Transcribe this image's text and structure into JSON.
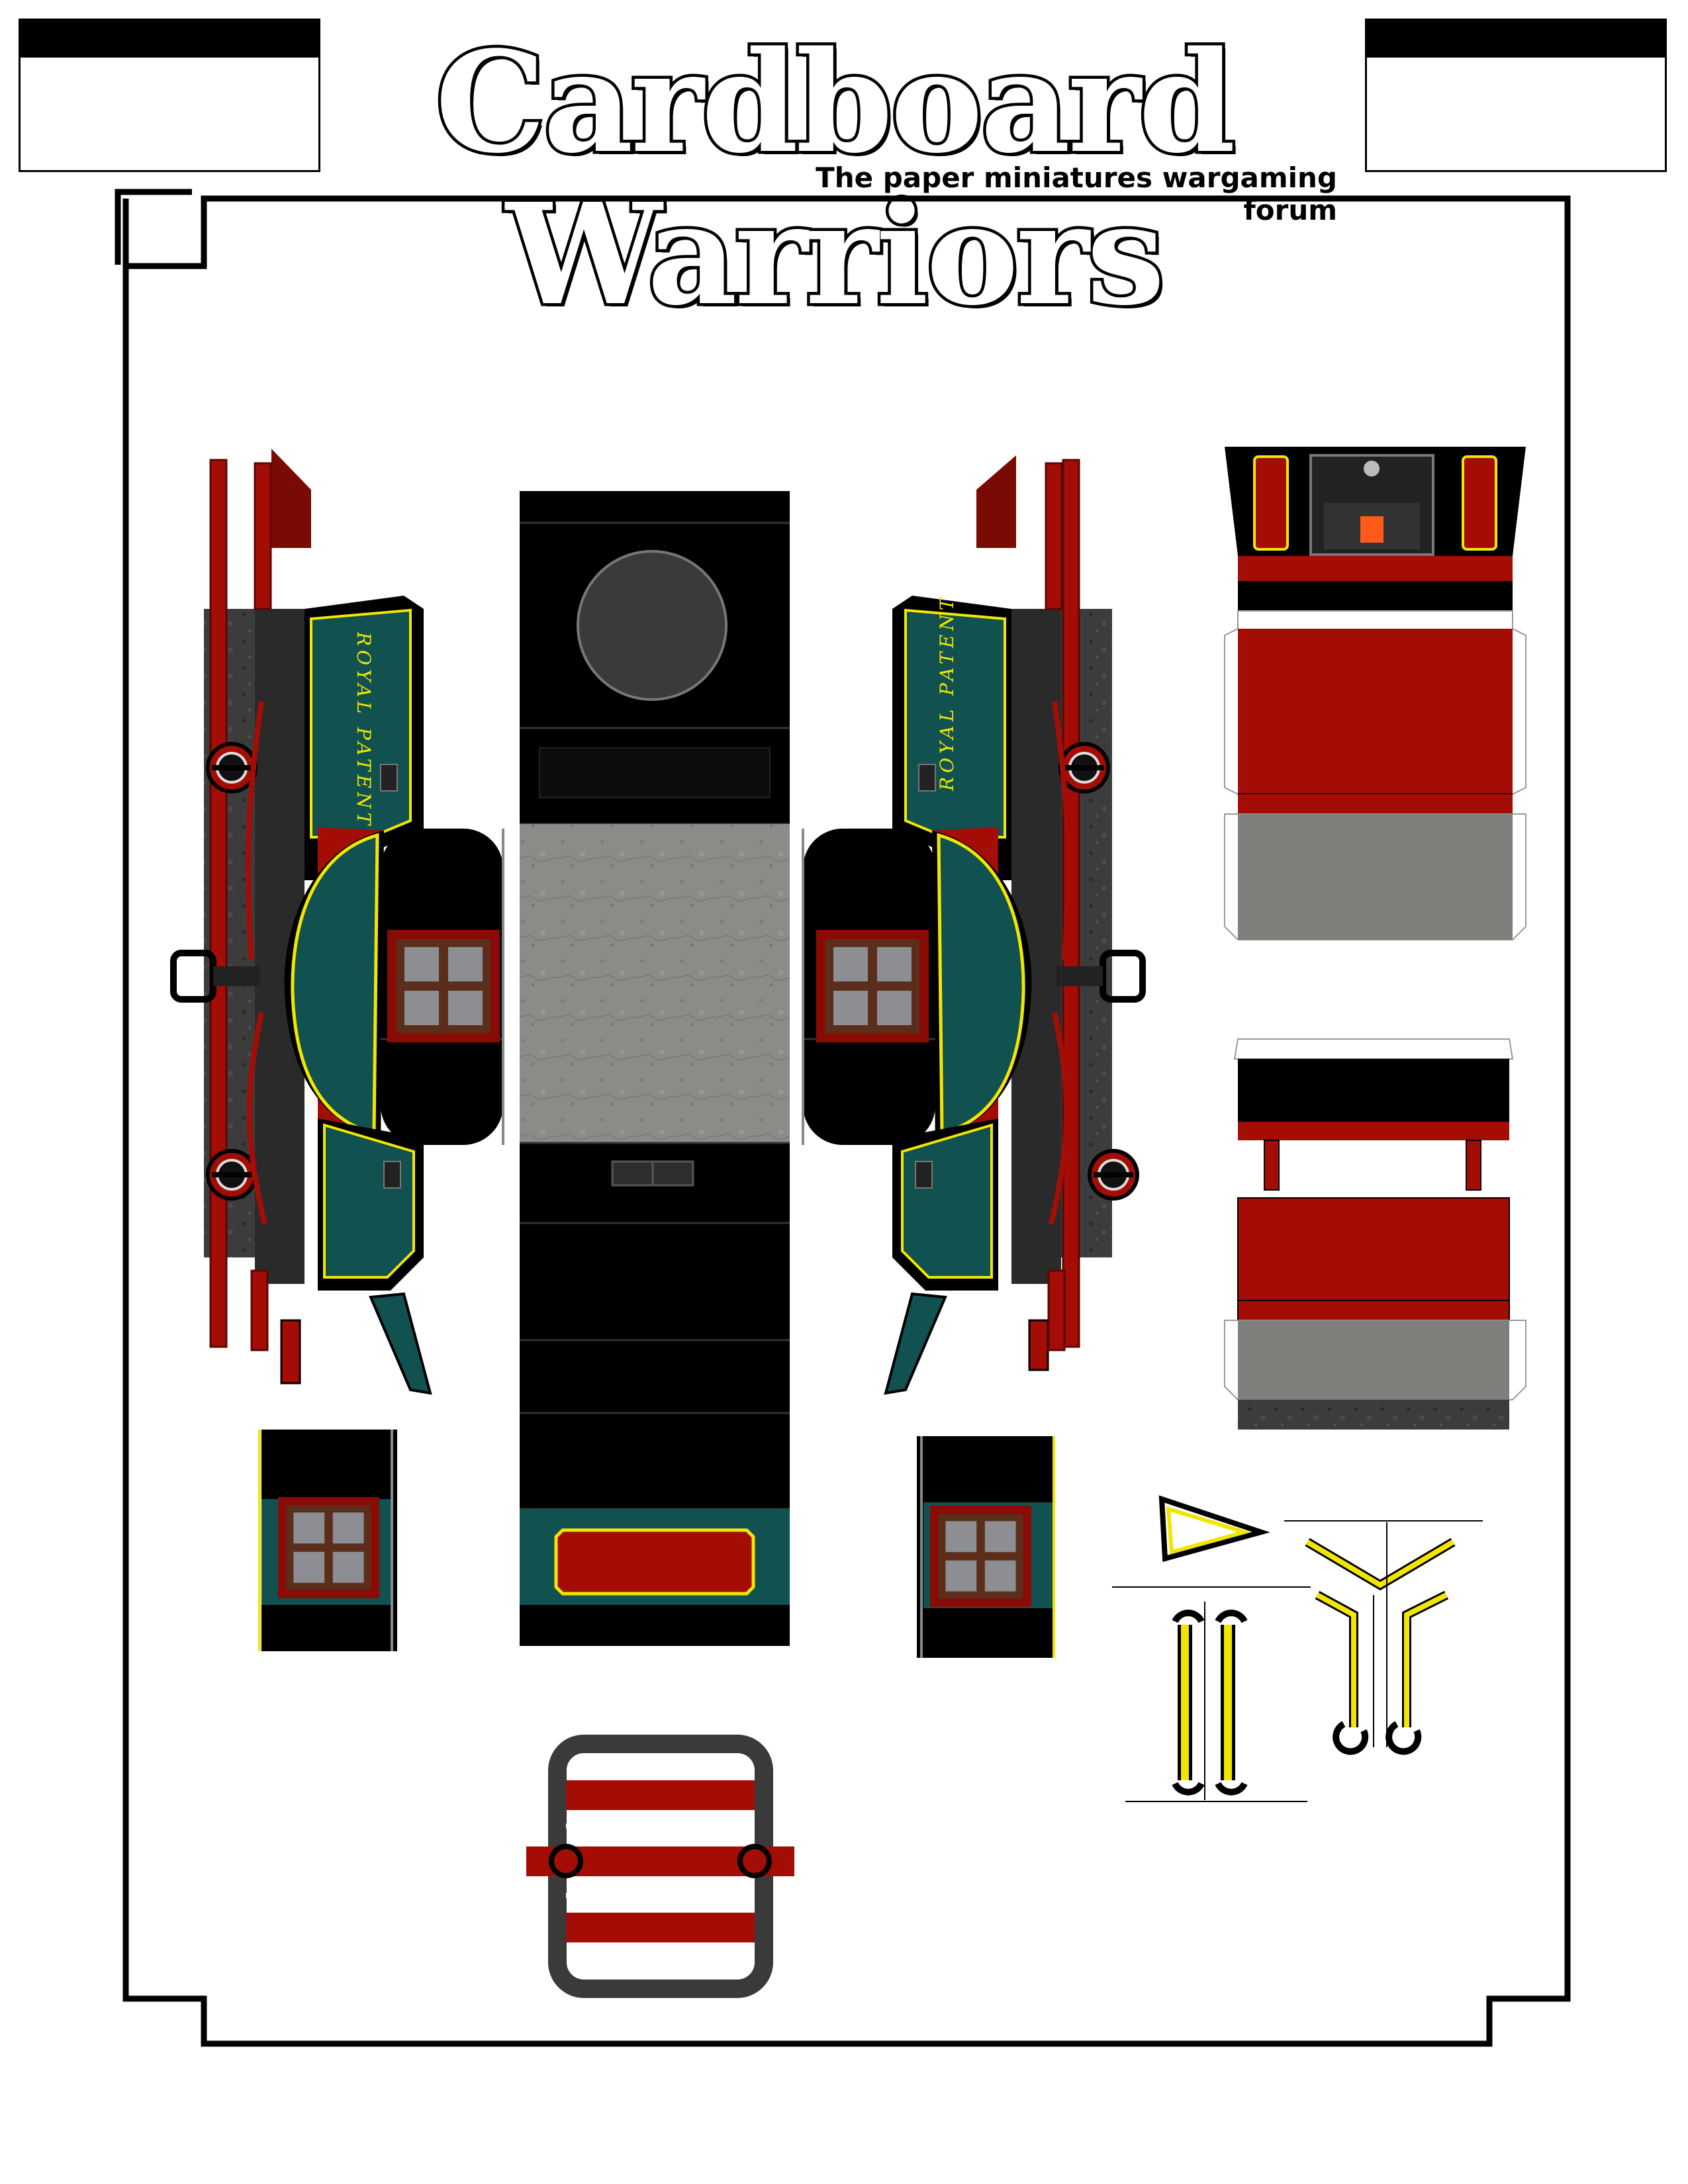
{
  "header": {
    "title": "Cardboard Warriors",
    "subtitle": "The paper miniatures wargaming forum"
  },
  "parts": {
    "side_panel_text": "ROYAL PATENT"
  },
  "colors": {
    "black": "#000000",
    "red": "#a30d06",
    "dark_red": "#7a0a04",
    "teal": "#11514f",
    "yellow": "#f2e600",
    "gray_floor": "#8b8b87",
    "light_gray": "#7f7f7b",
    "dark_gray": "#3a3a3a",
    "wood": "#5a2e1a",
    "glass": "#8d8d94"
  }
}
